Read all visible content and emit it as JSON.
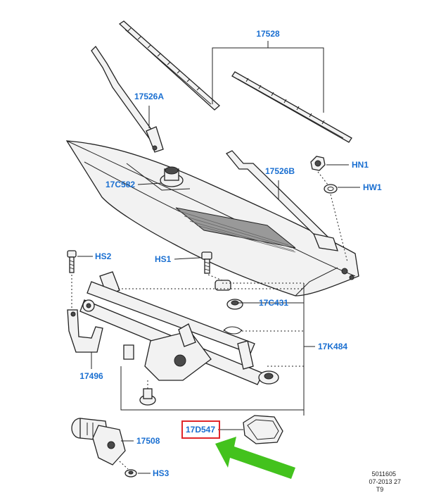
{
  "labels": {
    "wiper_blade_set": "17528",
    "wiper_arm_left": "17526A",
    "wiper_arm_right": "17526B",
    "pivot_nut": "17C582",
    "nut_hn1": "HN1",
    "washer_hw1": "HW1",
    "bolt_hs2": "HS2",
    "bolt_hs1": "HS1",
    "grommet_17c431": "17C431",
    "linkage_17k484": "17K484",
    "bracket_17496": "17496",
    "motor_17508": "17508",
    "cover_17d547": "17D547",
    "bolt_hs3": "HS3"
  },
  "footer": {
    "code": "5011605",
    "date": "07-2013 27",
    "sheet": "T9"
  },
  "colors": {
    "label": "#1a6fd1",
    "highlight_box": "#e0262b",
    "arrow": "#43c21d"
  }
}
